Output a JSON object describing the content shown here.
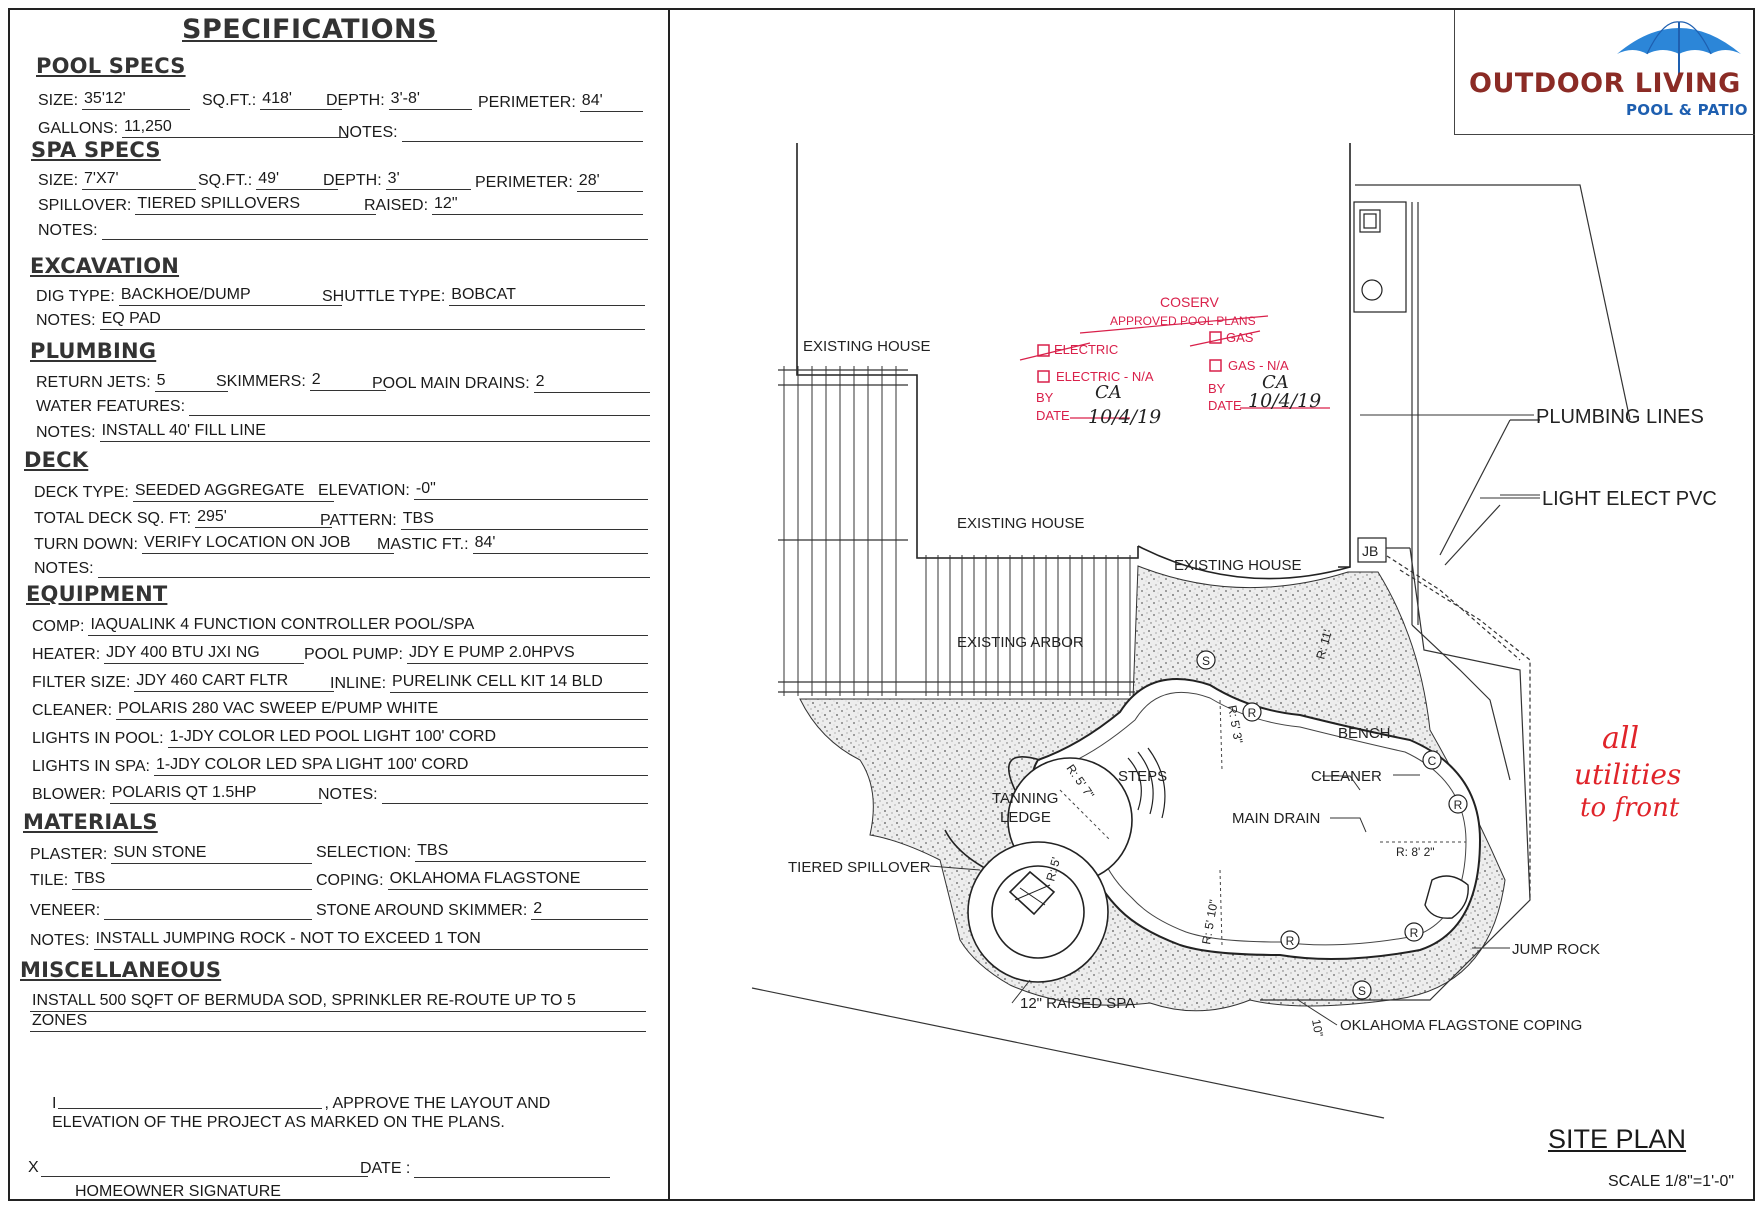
{
  "spec_sheet": {
    "title": "SPECIFICATIONS",
    "pool_specs": {
      "heading": "POOL SPECS",
      "size_label": "SIZE:",
      "size": "35'12'",
      "sqft_label": "SQ.FT.:",
      "sqft": "418'",
      "depth_label": "DEPTH:",
      "depth": "3'-8'",
      "perimeter_label": "PERIMETER:",
      "perimeter": "84'",
      "gallons_label": "GALLONS:",
      "gallons": "11,250",
      "notes_label": "NOTES:",
      "notes": ""
    },
    "spa_specs": {
      "heading": "SPA SPECS",
      "size_label": "SIZE:",
      "size": "7'X7'",
      "sqft_label": "SQ.FT.:",
      "sqft": "49'",
      "depth_label": "DEPTH:",
      "depth": "3'",
      "perimeter_label": "PERIMETER:",
      "perimeter": "28'",
      "spillover_label": "SPILLOVER:",
      "spillover": "TIERED SPILLOVERS",
      "raised_label": "RAISED:",
      "raised": "12\"",
      "notes_label": "NOTES:",
      "notes": ""
    },
    "excavation": {
      "heading": "EXCAVATION",
      "dig_type_label": "DIG TYPE:",
      "dig_type": "BACKHOE/DUMP",
      "shuttle_type_label": "SHUTTLE TYPE:",
      "shuttle_type": "BOBCAT",
      "notes_label": "NOTES:",
      "notes": "EQ PAD"
    },
    "plumbing": {
      "heading": "PLUMBING",
      "return_jets_label": "RETURN JETS:",
      "return_jets": "5",
      "skimmers_label": "SKIMMERS:",
      "skimmers": "2",
      "main_drains_label": "POOL MAIN DRAINS:",
      "main_drains": "2",
      "water_features_label": "WATER FEATURES:",
      "water_features": "",
      "notes_label": "NOTES:",
      "notes": "INSTALL 40' FILL LINE"
    },
    "deck": {
      "heading": "DECK",
      "deck_type_label": "DECK TYPE:",
      "deck_type": "SEEDED AGGREGATE",
      "elevation_label": "ELEVATION:",
      "elevation": "-0\"",
      "total_sqft_label": "TOTAL DECK SQ. FT:",
      "total_sqft": "295'",
      "pattern_label": "PATTERN:",
      "pattern": "TBS",
      "turn_down_label": "TURN DOWN:",
      "turn_down": "VERIFY LOCATION ON JOB",
      "mastic_label": "MASTIC FT.:",
      "mastic": "84'",
      "notes_label": "NOTES:",
      "notes": ""
    },
    "equipment": {
      "heading": "EQUIPMENT",
      "comp_label": "COMP:",
      "comp": "IAQUALINK 4 FUNCTION CONTROLLER POOL/SPA",
      "heater_label": "HEATER:",
      "heater": "JDY 400 BTU JXI NG",
      "pool_pump_label": "POOL PUMP:",
      "pool_pump": "JDY E PUMP 2.0HPVS",
      "filter_label": "FILTER SIZE:",
      "filter": "JDY 460 CART FLTR",
      "inline_label": "INLINE:",
      "inline": "PURELINK CELL KIT 14 BLD",
      "cleaner_label": "CLEANER:",
      "cleaner": "POLARIS 280 VAC SWEEP E/PUMP WHITE",
      "lights_pool_label": "LIGHTS IN POOL:",
      "lights_pool": "1-JDY COLOR LED POOL LIGHT 100' CORD",
      "lights_spa_label": "LIGHTS IN SPA:",
      "lights_spa": "1-JDY COLOR LED SPA LIGHT 100' CORD",
      "blower_label": "BLOWER:",
      "blower": "POLARIS QT 1.5HP",
      "notes_label": "NOTES:",
      "notes": ""
    },
    "materials": {
      "heading": "MATERIALS",
      "plaster_label": "PLASTER:",
      "plaster": "SUN STONE",
      "selection_label": "SELECTION:",
      "selection": "TBS",
      "tile_label": "TILE:",
      "tile": "TBS",
      "coping_label": "COPING:",
      "coping": "OKLAHOMA FLAGSTONE",
      "veneer_label": "VENEER:",
      "veneer": "",
      "stone_skimmer_label": "STONE AROUND SKIMMER:",
      "stone_skimmer": "2",
      "notes_label": "NOTES:",
      "notes": "INSTALL JUMPING ROCK - NOT TO EXCEED 1 TON"
    },
    "miscellaneous": {
      "heading": "MISCELLANEOUS",
      "line1": "INSTALL 500 SQFT OF BERMUDA SOD, SPRINKLER RE-ROUTE UP TO 5",
      "line2": "ZONES"
    },
    "approval": {
      "prefix": "I",
      "suffix": ", APPROVE THE LAYOUT AND",
      "line2": "ELEVATION OF THE PROJECT AS MARKED ON THE PLANS.",
      "x_mark": "X",
      "date_label": "DATE :",
      "signature_caption": "HOMEOWNER SIGNATURE"
    }
  },
  "logo": {
    "brand": "OUTDOOR LIVING",
    "sub": "POOL & PATIO",
    "brand_color": "#8b2b25",
    "sub_color": "#1e5fb0",
    "icon": "umbrella-icon"
  },
  "site_plan": {
    "title": "SITE PLAN",
    "scale": "SCALE 1/8\"=1'-0\"",
    "labels": {
      "existing_house_1": "EXISTING HOUSE",
      "existing_house_2": "EXISTING HOUSE",
      "existing_house_3": "EXISTING HOUSE",
      "existing_arbor": "EXISTING ARBOR",
      "plumbing_lines": "PLUMBING LINES",
      "light_elect_pvc": "LIGHT ELECT PVC",
      "jb": "JB",
      "bench": "BENCH",
      "cleaner": "CLEANER",
      "main_drain": "MAIN DRAIN",
      "steps": "STEPS",
      "tanning": "TANNING",
      "ledge": "LEDGE",
      "tiered_spillover": "TIERED SPILLOVER",
      "jump_rock": "JUMP ROCK",
      "raised_spa": "12\" RAISED SPA",
      "flagstone_coping": "OKLAHOMA FLAGSTONE COPING",
      "r_53": "R: 5' 3\"",
      "r_57": "R: 5' 7\"",
      "r_82": "R: 8' 2\"",
      "r_510": "R: 5' 10\"",
      "r_small": "R: 5'",
      "r_11": "R: 11'",
      "r_10": "10\"",
      "return_symbol": "R",
      "skimmer_symbol": "S",
      "cleaner_symbol": "C"
    },
    "coserv_stamp": {
      "title": "COSERV",
      "subtitle": "APPROVED POOL PLANS",
      "electric_1": "ELECTRIC",
      "electric_2": "ELECTRIC - N/A",
      "gas_1": "GAS",
      "gas_2": "GAS - N/A",
      "by_label": "BY",
      "date_label": "DATE",
      "by_value": "CA",
      "date_value": "10/4/19",
      "color": "#d9204a"
    },
    "handwritten_note": {
      "line1": "all",
      "line2": "utilities",
      "line3": "to front",
      "color": "#e0242a"
    }
  }
}
